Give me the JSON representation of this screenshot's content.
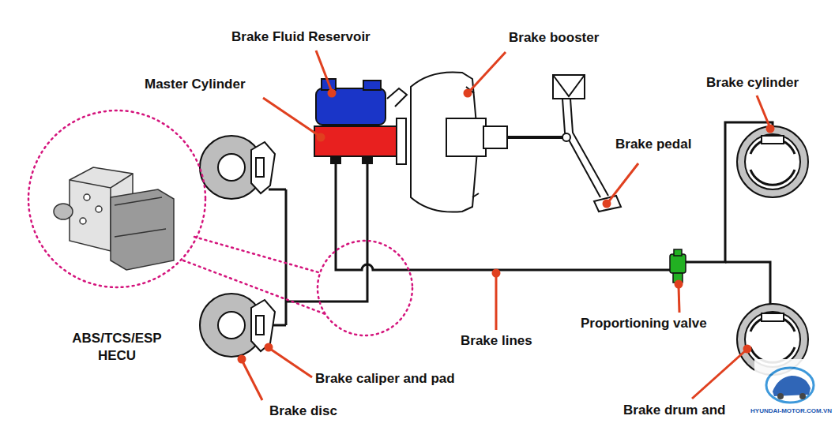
{
  "diagram": {
    "labels": [
      "Brake Fluid Reservoir",
      "Brake booster",
      "Master Cylinder",
      "Brake cylinder",
      "Brake pedal",
      "ABS/TCS/ESP HECU",
      "Proportioning valve",
      "Brake lines",
      "Brake caliper and pad",
      "Brake disc",
      "Brake drum and",
      "HYUNDAI-MOTOR.COM.VN"
    ]
  }
}
